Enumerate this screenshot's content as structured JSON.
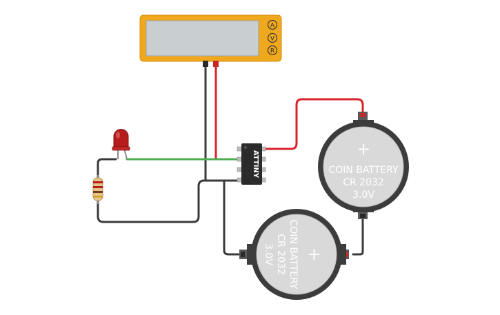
{
  "multimeter": {
    "buttons": [
      "A",
      "V",
      "R"
    ],
    "display_value": ""
  },
  "chip": {
    "label": "ATTINY"
  },
  "batteries": [
    {
      "type": "COIN BATTERY",
      "model": "CR 2032",
      "voltage": "3.0V",
      "polarity": "+"
    },
    {
      "type": "COIN BATTERY",
      "model": "CR 2032",
      "voltage": "3.0V",
      "polarity": "+"
    }
  ],
  "colors": {
    "meter_body": "#f0a81c",
    "meter_screen": "#c9cfd1",
    "wire_red": "#d8232a",
    "wire_black": "#3a3a3a",
    "wire_green": "#4caf50",
    "battery_shell": "#3c3c3c",
    "battery_face": "#d9d9d9",
    "led": "#b71c1c"
  }
}
